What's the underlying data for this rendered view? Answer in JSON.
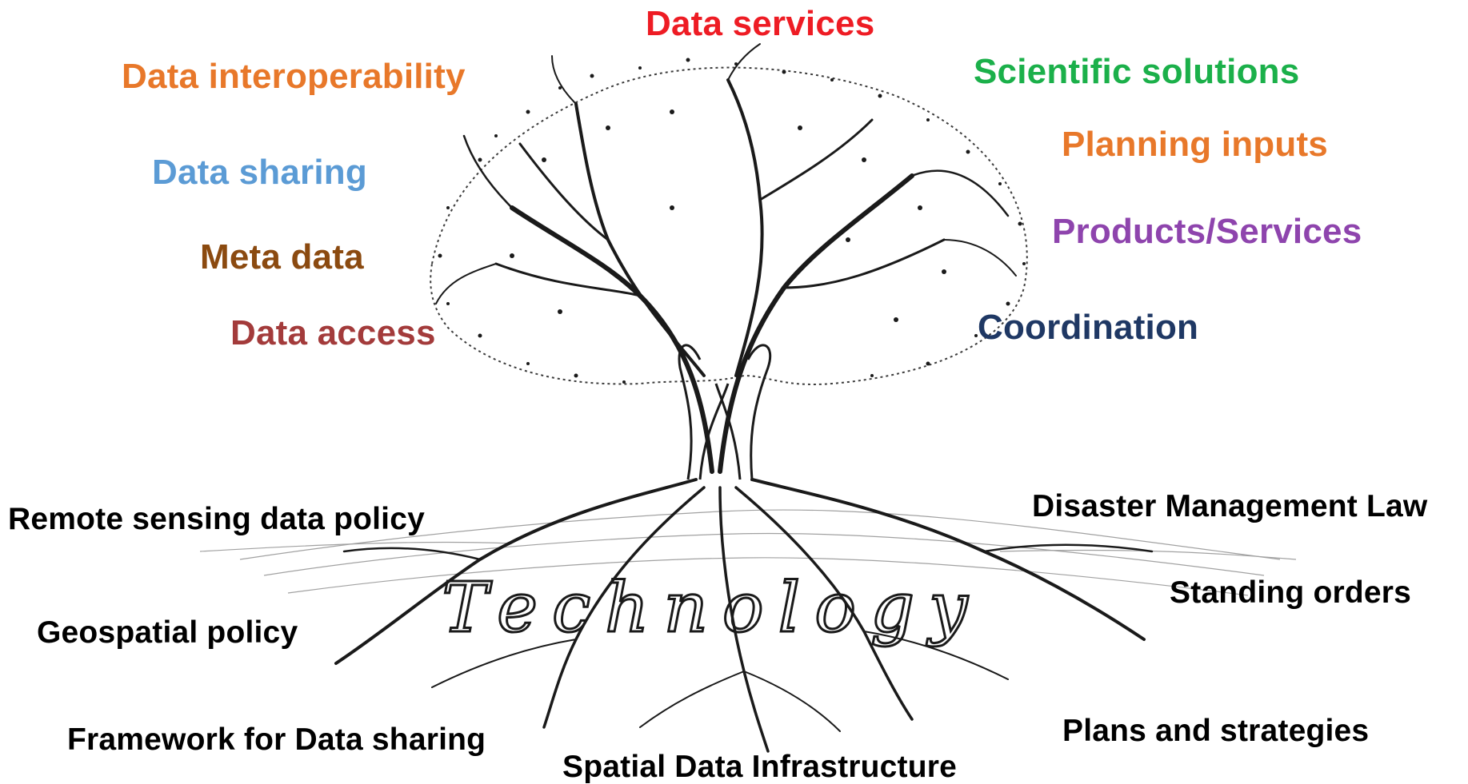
{
  "branch_labels": {
    "data_services": {
      "text": "Data services",
      "color": "#ee1c24"
    },
    "data_interoperability": {
      "text": "Data interoperability",
      "color": "#e8782a"
    },
    "scientific_solutions": {
      "text": "Scientific solutions",
      "color": "#1bb04a"
    },
    "planning_inputs": {
      "text": "Planning inputs",
      "color": "#e8782a"
    },
    "data_sharing": {
      "text": "Data sharing",
      "color": "#5b9bd5"
    },
    "products_services": {
      "text": "Products/Services",
      "color": "#8e44ad"
    },
    "meta_data": {
      "text": "Meta data",
      "color": "#8b4a10"
    },
    "data_access": {
      "text": "Data access",
      "color": "#a33b3b"
    },
    "coordination": {
      "text": "Coordination",
      "color": "#1f3864"
    }
  },
  "root_labels": {
    "remote_sensing_data_policy": {
      "text": "Remote sensing data policy",
      "color": "#000000"
    },
    "disaster_management_law": {
      "text": "Disaster Management Law",
      "color": "#000000"
    },
    "standing_orders": {
      "text": "Standing orders",
      "color": "#000000"
    },
    "geospatial_policy": {
      "text": "Geospatial policy",
      "color": "#000000"
    },
    "framework_for_data_sharing": {
      "text": "Framework for Data sharing",
      "color": "#000000"
    },
    "plans_and_strategies": {
      "text": "Plans and strategies",
      "color": "#000000"
    },
    "spatial_data_infrastructure": {
      "text": "Spatial Data Infrastructure",
      "color": "#000000"
    }
  },
  "root_word": "Technology",
  "art": {
    "ink_color": "#1a1a1a"
  }
}
